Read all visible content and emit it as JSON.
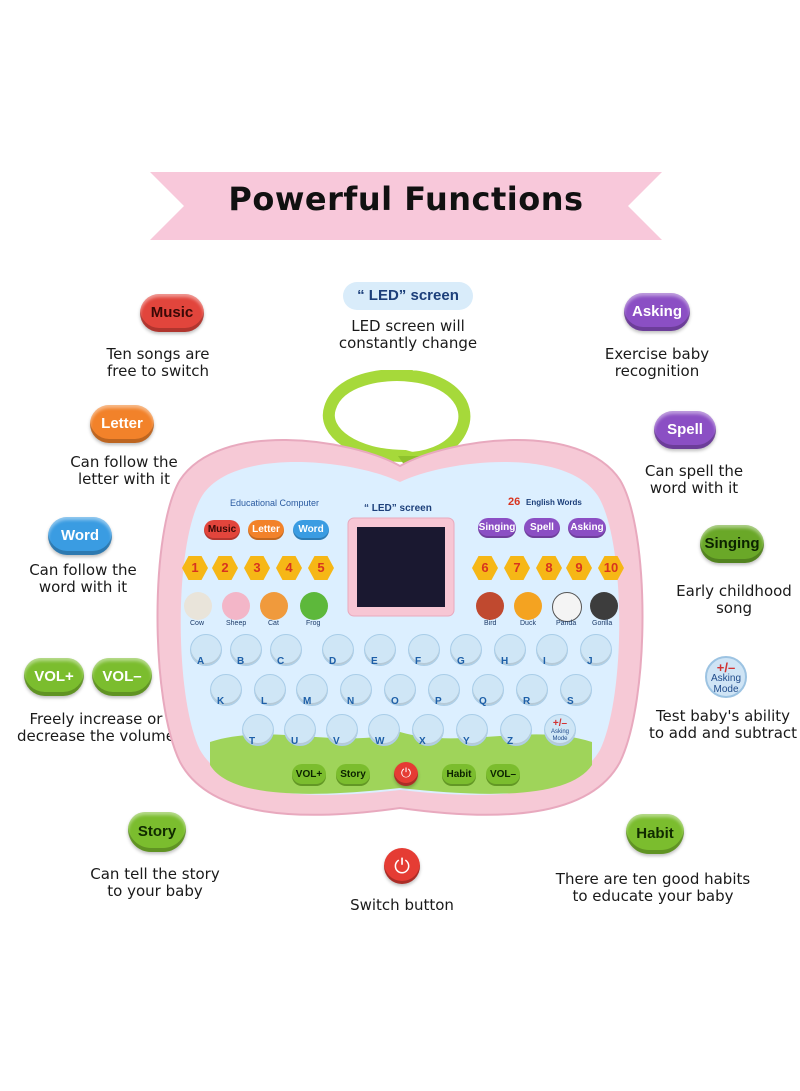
{
  "title": "Powerful Functions",
  "led": {
    "pill_prefix": "“ LED”",
    "pill_suffix": "screen",
    "desc_line1": "LED screen will",
    "desc_line2": "constantly change"
  },
  "features": {
    "music": {
      "badge": "Music",
      "line1": "Ten songs are",
      "line2": "free to switch"
    },
    "asking": {
      "badge": "Asking",
      "line1": "Exercise baby",
      "line2": "recognition"
    },
    "letter": {
      "badge": "Letter",
      "line1": "Can follow the",
      "line2": "letter with it"
    },
    "spell": {
      "badge": "Spell",
      "line1": "Can spell the",
      "line2": "word with it"
    },
    "word": {
      "badge": "Word",
      "line1": "Can follow the",
      "line2": "word with it"
    },
    "singing": {
      "badge": "Singing",
      "line1": "Early childhood",
      "line2": "song"
    },
    "volume": {
      "badge_plus": "VOL+",
      "badge_minus": "VOL–",
      "line1": "Freely increase or",
      "line2": "decrease the volume"
    },
    "math": {
      "symbol": "+/–",
      "label_1": "Asking",
      "label_2": "Mode",
      "line1": "Test baby's ability",
      "line2": "to add and subtract"
    },
    "story": {
      "badge": "Story",
      "line1": "Can tell the story",
      "line2": "to your baby"
    },
    "switch": {
      "icon": "power-icon",
      "line1": "Switch button"
    },
    "habit": {
      "badge": "Habit",
      "line1": "There are ten good habits",
      "line2": "to educate your baby"
    }
  },
  "device": {
    "brand": "Educational Computer",
    "screen_label": "“ LED” screen",
    "english_words_num": "26",
    "english_words_text": "English Words",
    "top_left_buttons": [
      "Music",
      "Letter",
      "Word"
    ],
    "top_right_buttons": [
      "Singing",
      "Spell",
      "Asking"
    ],
    "numbers_left": [
      "1",
      "2",
      "3",
      "4",
      "5"
    ],
    "numbers_right": [
      "6",
      "7",
      "8",
      "9",
      "10"
    ],
    "animals_left": [
      "Cow",
      "Sheep",
      "Cat",
      "Frog"
    ],
    "animals_right": [
      "Bird",
      "Duck",
      "Panda",
      "Gorilla"
    ],
    "keys_row1": [
      "A",
      "B",
      "C",
      "D",
      "E",
      "F",
      "G",
      "H",
      "I",
      "J"
    ],
    "keys_row2": [
      "K",
      "L",
      "M",
      "N",
      "O",
      "P",
      "Q",
      "R",
      "S"
    ],
    "keys_row3": [
      "T",
      "U",
      "V",
      "W",
      "X",
      "Y",
      "Z"
    ],
    "asking_key_symbol": "+/–",
    "asking_key_label_1": "Asking",
    "asking_key_label_2": "Mode",
    "bottom_buttons": [
      "VOL+",
      "Story",
      "Habit",
      "VOL–"
    ],
    "colors": {
      "shell": "#f6c9d6",
      "face": "#dcefff",
      "handle": "#a6d93a",
      "grass": "#9fd45a"
    }
  }
}
